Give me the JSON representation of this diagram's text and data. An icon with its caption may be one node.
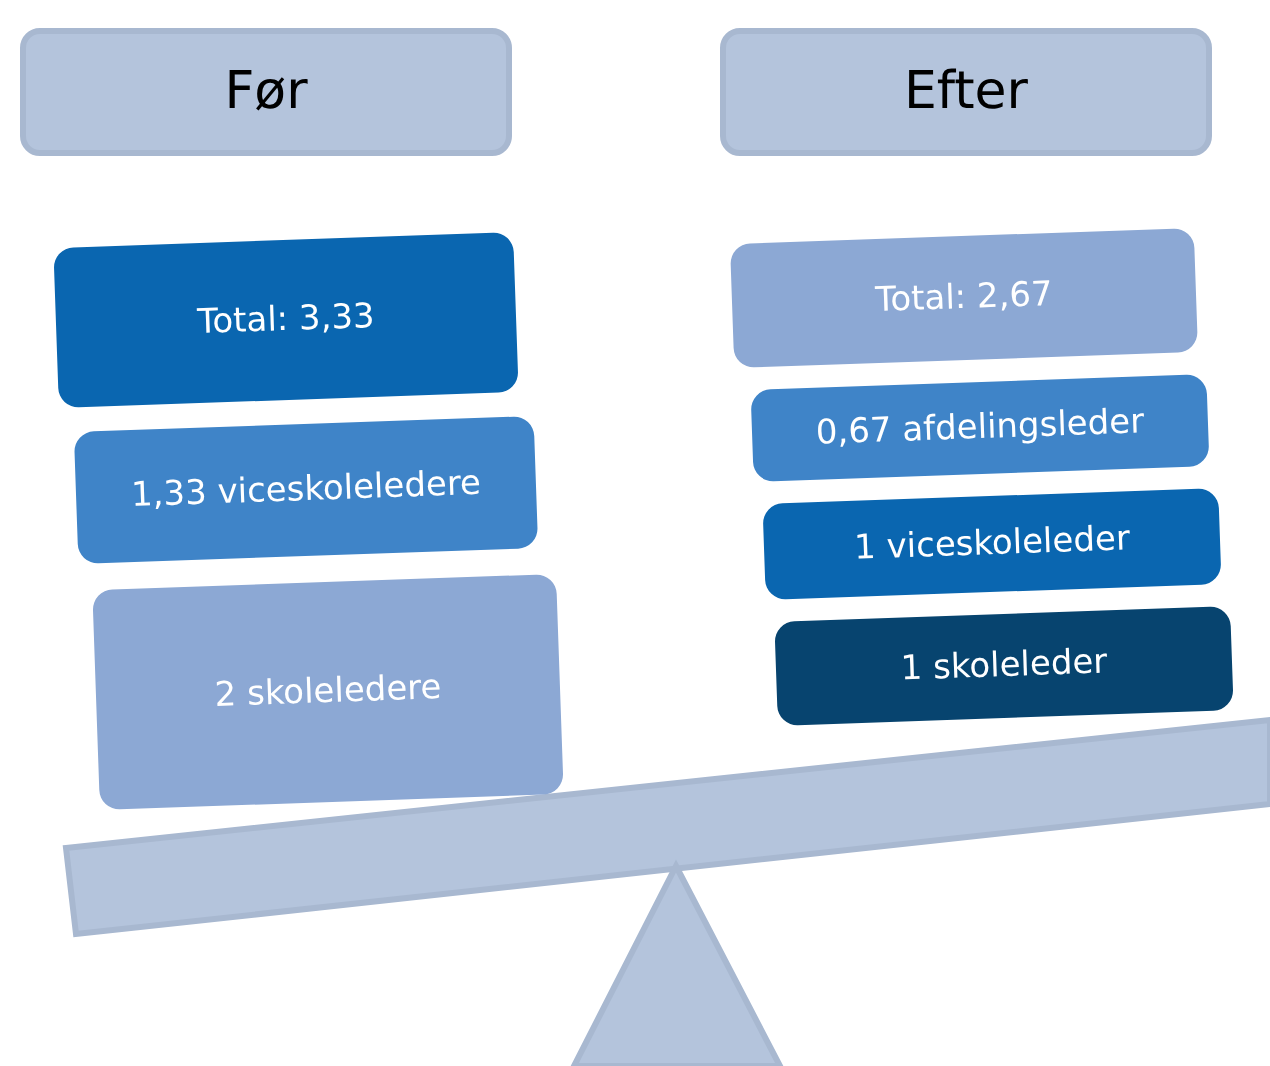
{
  "diagram": {
    "nodes": [
      {
        "text": [
          "Før"
        ]
      },
      {
        "text": [
          "Efter"
        ]
      },
      {
        "text": [
          "Total: 3,33"
        ]
      },
      {
        "text": [
          "1,33 viceskoleledere"
        ]
      },
      {
        "text": [
          "2 skoleledere"
        ]
      },
      {
        "text": [
          "Total: 2,67"
        ]
      },
      {
        "text": [
          "0,67 afdelingsleder"
        ]
      },
      {
        "text": [
          "1 viceskoleleder"
        ]
      },
      {
        "text": [
          "1 skoleleder"
        ]
      }
    ]
  }
}
